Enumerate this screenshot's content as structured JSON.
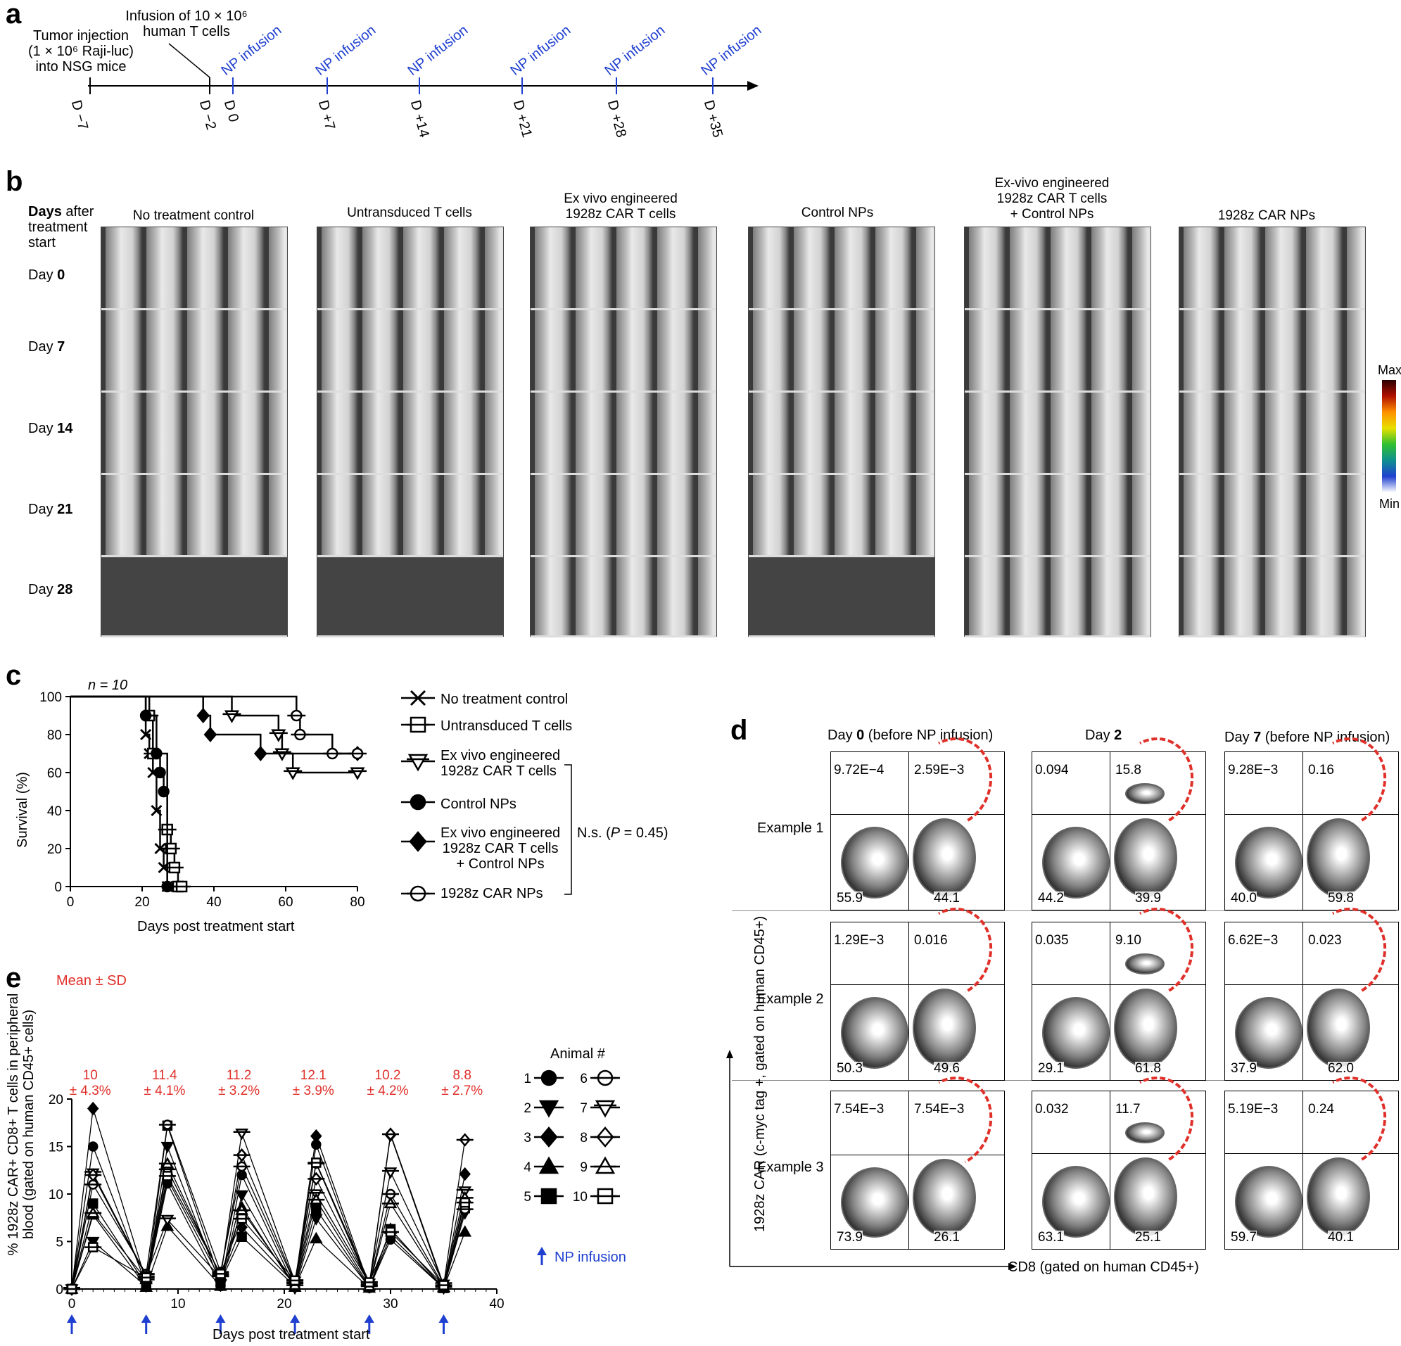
{
  "panel_labels": {
    "a": "a",
    "b": "b",
    "c": "c",
    "d": "d",
    "e": "e"
  },
  "panel_a": {
    "tumor_line1": "Tumor injection",
    "tumor_line2": "(1 × 10⁶ Raji-luc)",
    "tumor_line3": "into NSG mice",
    "infusion_line1": "Infusion of 10 × 10⁶",
    "infusion_line2": "human T cells",
    "np_label": "NP infusion",
    "ticks": [
      "D −7",
      "D −2",
      "D 0",
      "D +7",
      "D +14",
      "D +21",
      "D +28",
      "D +35"
    ]
  },
  "panel_b": {
    "days_header_bold": "Days",
    "days_header_rest": " after",
    "days_header_l2": "treatment",
    "days_header_l3": "start",
    "row_prefix": "Day ",
    "rows": [
      "0",
      "7",
      "14",
      "21",
      "28"
    ],
    "groups": [
      {
        "title": "No treatment control"
      },
      {
        "title": "Untransduced T cells"
      },
      {
        "title": "Ex vivo engineered\n1928z CAR T cells"
      },
      {
        "title": "Control NPs"
      },
      {
        "title": "Ex-vivo engineered\n1928z CAR T cells\n+ Control NPs"
      },
      {
        "title": "1928z CAR NPs"
      }
    ],
    "scale_max": "Max",
    "scale_min": "Min"
  },
  "panel_c": {
    "n_label": "n = 10",
    "ylabel": "Survival (%)",
    "xlabel": "Days post treatment start",
    "legend": [
      "No treatment control",
      "Untransduced T cells",
      "Ex vivo engineered\n1928z CAR T cells",
      "Control NPs",
      "Ex vivo engineered\n1928z CAR T cells\n+ Control NPs",
      "1928z CAR NPs"
    ],
    "stat_prefix": "N.s. (",
    "stat_p": "P",
    "stat_suffix": " = 0.45)"
  },
  "panel_d": {
    "col_titles": [
      {
        "bold": "0",
        "pre": "Day ",
        "post": " (before NP infusion)"
      },
      {
        "bold": "2",
        "pre": "Day ",
        "post": ""
      },
      {
        "bold": "7",
        "pre": "Day ",
        "post": " (before  NP infusion)"
      }
    ],
    "row_titles": [
      "Example 1",
      "Example 2",
      "Example 3"
    ],
    "quadrants": [
      [
        [
          "9.72E−4",
          "2.59E−3",
          "55.9",
          "44.1"
        ],
        [
          "0.094",
          "15.8",
          "44.2",
          "39.9"
        ],
        [
          "9.28E−3",
          "0.16",
          "40.0",
          "59.8"
        ]
      ],
      [
        [
          "1.29E−3",
          "0.016",
          "50.3",
          "49.6"
        ],
        [
          "0.035",
          "9.10",
          "29.1",
          "61.8"
        ],
        [
          "6.62E−3",
          "0.023",
          "37.9",
          "62.0"
        ]
      ],
      [
        [
          "7.54E−3",
          "7.54E−3",
          "73.9",
          "26.1"
        ],
        [
          "0.032",
          "11.7",
          "63.1",
          "25.1"
        ],
        [
          "5.19E−3",
          "0.24",
          "59.7",
          "40.1"
        ]
      ]
    ],
    "xaxis": "CD8 (gated on human CD45+)",
    "yaxis": "1928z CAR (c-myc tag +, gated on human CD45+)"
  },
  "panel_e": {
    "mean_sd_title": "Mean ± SD",
    "means": [
      {
        "mean": "10",
        "sd": "± 4.3%"
      },
      {
        "mean": "11.4",
        "sd": "± 4.1%"
      },
      {
        "mean": "11.2",
        "sd": "± 3.2%"
      },
      {
        "mean": "12.1",
        "sd": "± 3.9%"
      },
      {
        "mean": "10.2",
        "sd": "± 4.2%"
      },
      {
        "mean": "8.8",
        "sd": "± 2.7%"
      }
    ],
    "ylabel_l1": "% 1928z CAR+ CD8+ T cells in peripheral",
    "ylabel_l2": "blood (gated on human CD45+ cells)",
    "xlabel": "Days post treatment start",
    "legend_title": "Animal #",
    "animals": [
      "1",
      "2",
      "3",
      "4",
      "5",
      "6",
      "7",
      "8",
      "9",
      "10"
    ],
    "np_infusion": "NP infusion"
  },
  "colors": {
    "np_blue": "#1f3fd0",
    "stat_red": "#e0302a",
    "ring_red": "#e0302a"
  },
  "chart_data": [
    {
      "type": "line",
      "title": "",
      "xlabel": "Days post treatment start",
      "ylabel": "Survival (%)",
      "xlim": [
        0,
        80
      ],
      "ylim": [
        0,
        100
      ],
      "xticks": [
        0,
        20,
        40,
        60,
        80
      ],
      "yticks": [
        0,
        20,
        40,
        60,
        80,
        100
      ],
      "step": true,
      "series": [
        {
          "name": "No treatment control",
          "marker": "x",
          "x": [
            0,
            21,
            22,
            23,
            24,
            25,
            26,
            27,
            28
          ],
          "y": [
            100,
            80,
            70,
            60,
            40,
            20,
            10,
            0,
            0
          ]
        },
        {
          "name": "Untransduced T cells",
          "marker": "square-open",
          "x": [
            0,
            22,
            23,
            27,
            28,
            29,
            30,
            31
          ],
          "y": [
            100,
            90,
            70,
            30,
            20,
            10,
            0,
            0
          ]
        },
        {
          "name": "Ex vivo engineered 1928z CAR T cells",
          "marker": "triangle-down-open",
          "x": [
            0,
            45,
            58,
            59,
            62,
            80
          ],
          "y": [
            100,
            90,
            80,
            70,
            60,
            60
          ]
        },
        {
          "name": "Control NPs",
          "marker": "circle",
          "x": [
            0,
            21,
            24,
            25,
            26,
            27
          ],
          "y": [
            100,
            90,
            70,
            60,
            50,
            0
          ]
        },
        {
          "name": "Ex vivo engineered 1928z CAR T cells + Control NPs",
          "marker": "diamond",
          "x": [
            0,
            37,
            39,
            53,
            62,
            80
          ],
          "y": [
            100,
            90,
            80,
            70,
            70,
            70
          ]
        },
        {
          "name": "1928z CAR NPs",
          "marker": "circle-open",
          "x": [
            0,
            63,
            64,
            73,
            80
          ],
          "y": [
            100,
            90,
            80,
            70,
            70
          ]
        }
      ]
    },
    {
      "type": "line",
      "title": "",
      "xlabel": "Days post treatment start",
      "ylabel": "% 1928z CAR+ CD8+ T cells in peripheral blood (gated on human CD45+ cells)",
      "xlim": [
        0,
        40
      ],
      "ylim": [
        0,
        20
      ],
      "xticks": [
        0,
        10,
        20,
        30,
        40
      ],
      "yticks": [
        0,
        5,
        10,
        15,
        20
      ],
      "x": [
        0,
        2,
        7,
        9,
        14,
        16,
        21,
        23,
        28,
        30,
        35,
        37
      ],
      "np_infusion_days": [
        0,
        7,
        14,
        21,
        28,
        35
      ],
      "series": [
        {
          "name": "1",
          "marker": "circle",
          "values": [
            0,
            15.0,
            0.5,
            11.1,
            0.3,
            12.0,
            0.2,
            15.2,
            0.1,
            5.2,
            0.1,
            8.6
          ]
        },
        {
          "name": "2",
          "marker": "triangle-down",
          "values": [
            0,
            5.0,
            0.3,
            15.0,
            0.5,
            9.9,
            0.1,
            7.4,
            0.2,
            5.6,
            0.1,
            8.0
          ]
        },
        {
          "name": "3",
          "marker": "diamond",
          "values": [
            0,
            19.0,
            0.8,
            11.6,
            1.0,
            6.5,
            0.5,
            16.1,
            0.3,
            16.2,
            0.2,
            12.1
          ]
        },
        {
          "name": "4",
          "marker": "triangle",
          "values": [
            0,
            7.8,
            0.2,
            6.6,
            0.3,
            8.6,
            0.2,
            5.3,
            0.1,
            6.3,
            0.1,
            6.0
          ]
        },
        {
          "name": "5",
          "marker": "square",
          "values": [
            0,
            9.0,
            0.4,
            17.2,
            0.8,
            5.5,
            0.3,
            8.4,
            0.2,
            6.3,
            0.1,
            8.5
          ]
        },
        {
          "name": "6",
          "marker": "circle-open",
          "values": [
            0,
            11.0,
            1.6,
            17.3,
            1.8,
            12.9,
            0.6,
            13.2,
            0.4,
            10.0,
            0.3,
            8.4
          ]
        },
        {
          "name": "7",
          "marker": "triangle-down-open",
          "values": [
            0,
            12.2,
            1.4,
            7.3,
            1.2,
            16.4,
            0.8,
            10.0,
            0.6,
            12.3,
            0.5,
            10.3
          ]
        },
        {
          "name": "8",
          "marker": "diamond-open",
          "values": [
            0,
            12.0,
            1.3,
            12.6,
            1.5,
            14.1,
            0.7,
            11.6,
            0.5,
            16.3,
            0.4,
            15.7
          ]
        },
        {
          "name": "9",
          "marker": "triangle-open",
          "values": [
            0,
            8.0,
            1.0,
            13.2,
            1.4,
            8.3,
            0.4,
            9.4,
            0.3,
            9.0,
            0.2,
            9.6
          ]
        },
        {
          "name": "10",
          "marker": "square-open",
          "values": [
            0,
            4.4,
            1.2,
            11.9,
            1.6,
            7.4,
            0.9,
            13.3,
            0.7,
            6.0,
            0.4,
            9.1
          ]
        }
      ]
    }
  ]
}
